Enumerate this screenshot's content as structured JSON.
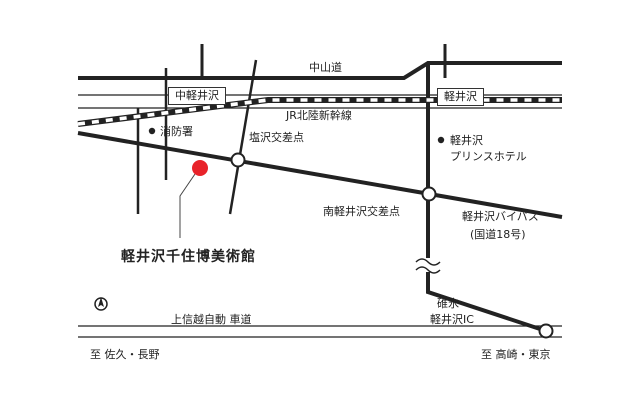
{
  "map": {
    "roads": {
      "nakasendo": "中山道",
      "bypass": "軽井沢バイパス",
      "bypass_route": "(国道18号)",
      "expressway": "上信越自動 車道"
    },
    "railway": {
      "line": "JR北陸新幹線",
      "station_naka": "中軽井沢",
      "station_karuizawa": "軽井沢"
    },
    "places": {
      "fire_station": "消防署",
      "prince_hotel_1": "軽井沢",
      "prince_hotel_2": "プリンスホテル",
      "museum": "軽井沢千住博美術館"
    },
    "intersections": {
      "shiozawa": "塩沢交差点",
      "minami_karuizawa": "南軽井沢交差点"
    },
    "ic": {
      "line1": "碓氷",
      "line2": "軽井沢IC"
    },
    "directions": {
      "west": "至 佐久・長野",
      "east": "至 高崎・東京"
    },
    "colors": {
      "road": "#222222",
      "museum_marker": "#e8232a",
      "background": "#ffffff"
    },
    "icons": {
      "north": "north-arrow-icon",
      "museum": "museum-marker-icon"
    }
  }
}
